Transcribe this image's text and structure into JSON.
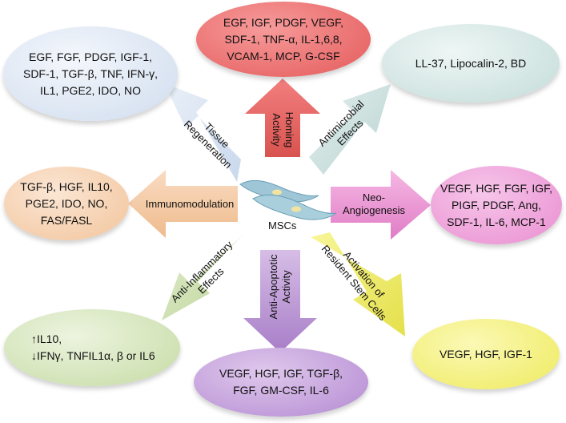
{
  "center": {
    "label": "MSCs"
  },
  "ellipses": {
    "tissue": {
      "lines": [
        "EGF, FGF, PDGF, IGF-1,",
        "SDF-1, TGF-β, TNF, IFN-γ,",
        "IL1, PGE2, IDO, NO"
      ]
    },
    "homing": {
      "lines": [
        "EGF, IGF, PDGF, VEGF,",
        "SDF-1, TNF-α, IL-1,6,8,",
        "VCAM-1, MCP, G-CSF"
      ]
    },
    "antimicrobial": {
      "lines": [
        "LL-37, Lipocalin-2, BD"
      ]
    },
    "immuno": {
      "lines": [
        "TGF-β, HGF, IL10,",
        "PGE2, IDO, NO,",
        "FAS/FASL"
      ]
    },
    "angio": {
      "lines": [
        "VEGF, HGF, FGF, IGF,",
        "PIGF, PDGF, Ang,",
        "SDF-1, IL-6, MCP-1"
      ]
    },
    "inflam": {
      "lines": [
        "↑IL10,",
        "↓IFNγ, TNFIL1α, β or IL6"
      ]
    },
    "apoptotic": {
      "lines": [
        "VEGF, HGF, IGF, TGF-β,",
        "FGF, GM-CSF, IL-6"
      ]
    },
    "stemcell": {
      "lines": [
        "VEGF, HGF, IGF-1"
      ]
    }
  },
  "arrows": {
    "tissue": {
      "lines": [
        "Tissue",
        "Regeneration"
      ]
    },
    "homing": {
      "lines": [
        "Homing",
        "Activity"
      ]
    },
    "antimicrobial": {
      "lines": [
        "Antimicrobial",
        "Effects"
      ]
    },
    "immuno": {
      "lines": [
        "Immunomodulation"
      ]
    },
    "angio": {
      "lines": [
        "Neo-",
        "Angiogenesis"
      ]
    },
    "inflam": {
      "lines": [
        "Anti-Inflammatory",
        "Effects"
      ]
    },
    "apoptotic": {
      "lines": [
        "Anti-Apoptotic",
        "Activity"
      ]
    },
    "stemcell": {
      "lines": [
        "Activation of",
        "Resident Stem Cells"
      ]
    }
  },
  "colors": {
    "tissue": "#dbe5f3",
    "homing": "#ee7b7b",
    "antimicrobial": "#d6e7e5",
    "immuno": "#f6d4b6",
    "angio": "#ee9ed8",
    "inflam": "#d7e6be",
    "apoptotic": "#c9a8dd",
    "stemcell": "#f6f47c"
  }
}
